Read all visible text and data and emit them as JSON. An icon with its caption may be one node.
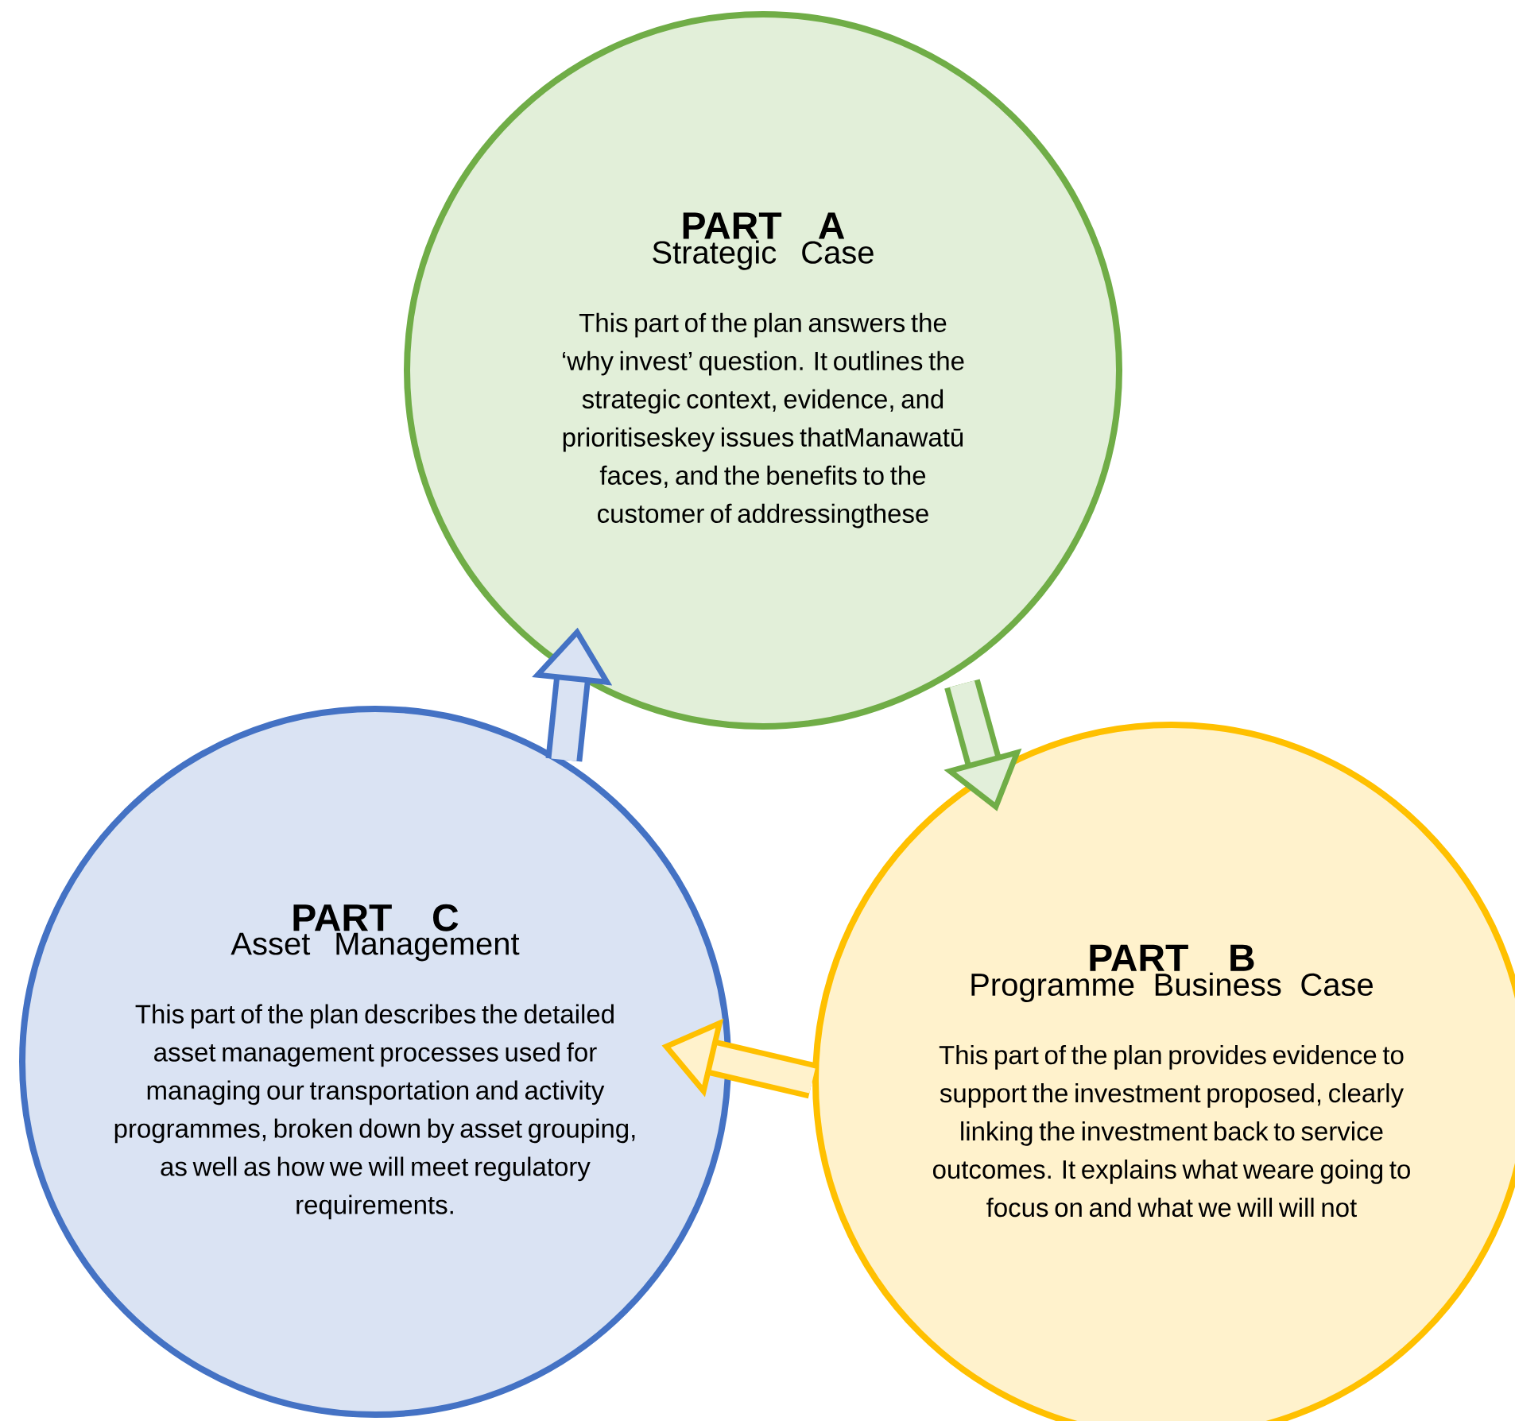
{
  "diagram": {
    "nodes": [
      {
        "text": [
          "PART A",
          "Strategic Case",
          "This part of the plan answers the ‘why invest’ question. It outlines the strategic context, evidence, and prioritiseskey issues thatManawatū faces, and the benefits  to the customer of addressingthese"
        ]
      },
      {
        "text": [
          "PART B",
          "Programme Business Case",
          "This part of the plan provides evidence to support the investment proposed, clearly linking the investment back to service outcomes. It explains what weare going to focus on and what we will will not"
        ]
      },
      {
        "text": [
          "PART C",
          "Asset Management",
          "This part of the plan describes the detailed asset management processes used for managing our transportation and activity programmes, broken down by asset grouping, as well as how we will meet  regulatory requirements."
        ]
      }
    ],
    "edges": [
      {
        "from": 0,
        "to": 1,
        "arrow": "to",
        "color": "#70ad47"
      },
      {
        "from": 1,
        "to": 2,
        "arrow": "to",
        "color": "#ffc000"
      },
      {
        "from": 2,
        "to": 0,
        "arrow": "to",
        "color": "#4472c4"
      }
    ]
  }
}
